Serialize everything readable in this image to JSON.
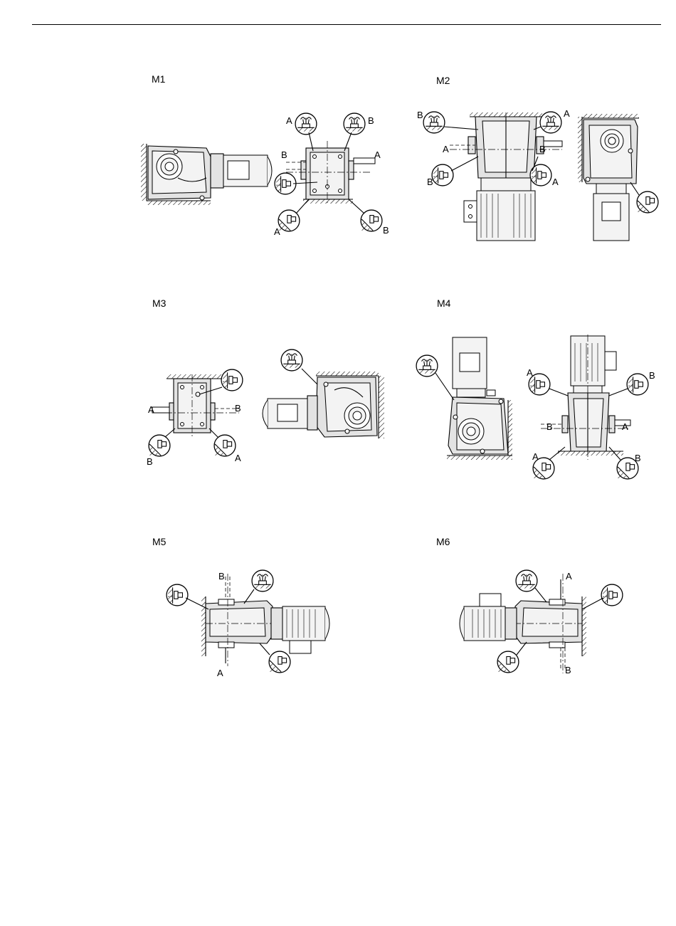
{
  "page": {
    "positions": [
      {
        "label": "M1",
        "markers": [
          "A",
          "B",
          "B",
          "A",
          "A",
          "B"
        ]
      },
      {
        "label": "M2",
        "markers": [
          "B",
          "A",
          "A",
          "B",
          "B",
          "A"
        ]
      },
      {
        "label": "M3",
        "markers": [
          "A",
          "B",
          "B",
          "A"
        ]
      },
      {
        "label": "M4",
        "markers": [
          "A",
          "B",
          "B",
          "A",
          "A",
          "B"
        ]
      },
      {
        "label": "M5",
        "markers": [
          "B",
          "A"
        ]
      },
      {
        "label": "M6",
        "markers": [
          "A",
          "B"
        ]
      }
    ]
  },
  "icons": {
    "vent_plug": "breather-vent-icon",
    "oil_level": "oil-level-icon",
    "oil_drain": "oil-drain-icon",
    "wall_mount": "hatched-mounting-surface"
  }
}
